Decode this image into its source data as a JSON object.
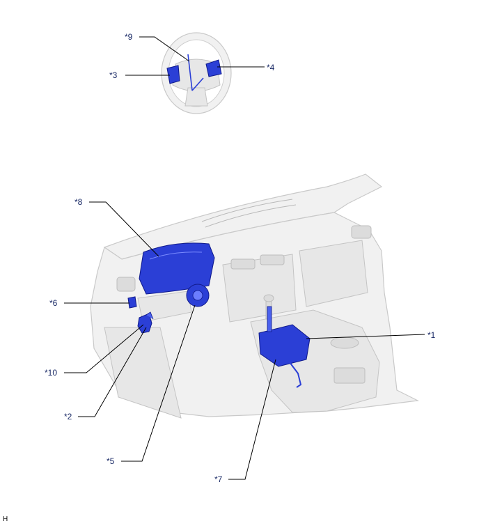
{
  "figure_code": "H",
  "callouts": [
    {
      "id": "c1",
      "label": "*1"
    },
    {
      "id": "c2",
      "label": "*2"
    },
    {
      "id": "c3",
      "label": "*3"
    },
    {
      "id": "c4",
      "label": "*4"
    },
    {
      "id": "c5",
      "label": "*5"
    },
    {
      "id": "c6",
      "label": "*6"
    },
    {
      "id": "c7",
      "label": "*7"
    },
    {
      "id": "c8",
      "label": "*8"
    },
    {
      "id": "c9",
      "label": "*9"
    },
    {
      "id": "c10",
      "label": "*10"
    }
  ],
  "colors": {
    "highlight": "#2b3fd6",
    "body": "#f1f1f1",
    "callout_text": "#1a2a66"
  }
}
